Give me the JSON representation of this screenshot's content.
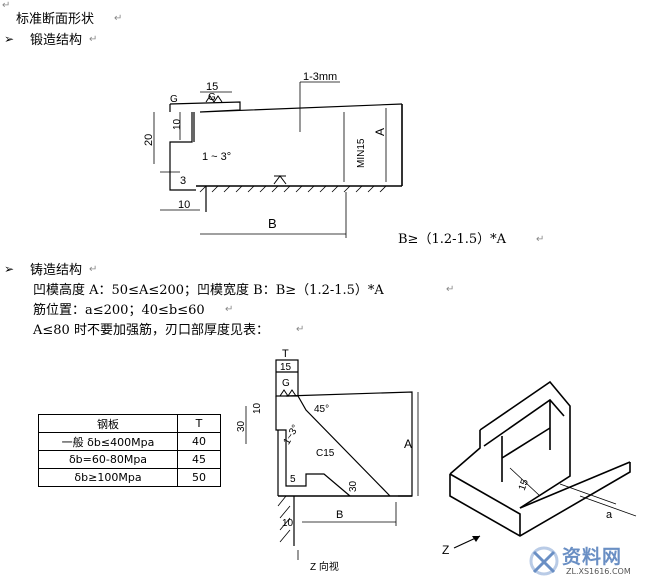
{
  "doc": {
    "corner_mark": "↵",
    "line_mark": "↵",
    "heading": "标准断面形状",
    "forged_title": "锻造结构",
    "forged_formula": "B≥（1.2-1.5）*A",
    "cast_title": "铸造结构",
    "cast_line1": "凹模高度 A：50≤A≤200；凹模宽度 B：B≥（1.2-1.5）*A",
    "cast_line2": "筋位置：a≤200；40≤b≤60",
    "cast_line3": "A≤80 时不要加强筋，刃口部厚度见表：",
    "bullet_glyph": "➢"
  },
  "table": {
    "header": [
      "钢板",
      "T"
    ],
    "rows": [
      {
        "material": "一般 δb≤400Mpa",
        "t": "40"
      },
      {
        "material": "δb=60-80Mpa",
        "t": "45"
      },
      {
        "material": "δb≥100Mpa",
        "t": "50"
      }
    ]
  },
  "drawing1": {
    "label_15": "15",
    "label_g1": "G",
    "label_g2": "G",
    "label_1_3mm": "1-3mm",
    "label_20": "20",
    "label_10a": "10",
    "label_1_3deg": "1 ~ 3°",
    "label_3": "3",
    "label_10b": "10",
    "label_b": "B",
    "label_a": "A",
    "label_min15": "MIN15"
  },
  "drawing2": {
    "label_t": "T",
    "label_15": "15",
    "label_g": "G",
    "label_45": "45°",
    "label_30a": "30",
    "label_10a": "10",
    "label_1_3": "1~3°",
    "label_c15": "C15",
    "label_a": "A",
    "label_5": "5",
    "label_30b": "30",
    "label_10b": "10",
    "label_b": "B",
    "label_view": "Z 向视"
  },
  "drawing3": {
    "label_15": "15",
    "label_a": "a",
    "label_z": "Z"
  },
  "watermark": {
    "title": "资料网",
    "url": "ZL.XS1616.COM"
  }
}
